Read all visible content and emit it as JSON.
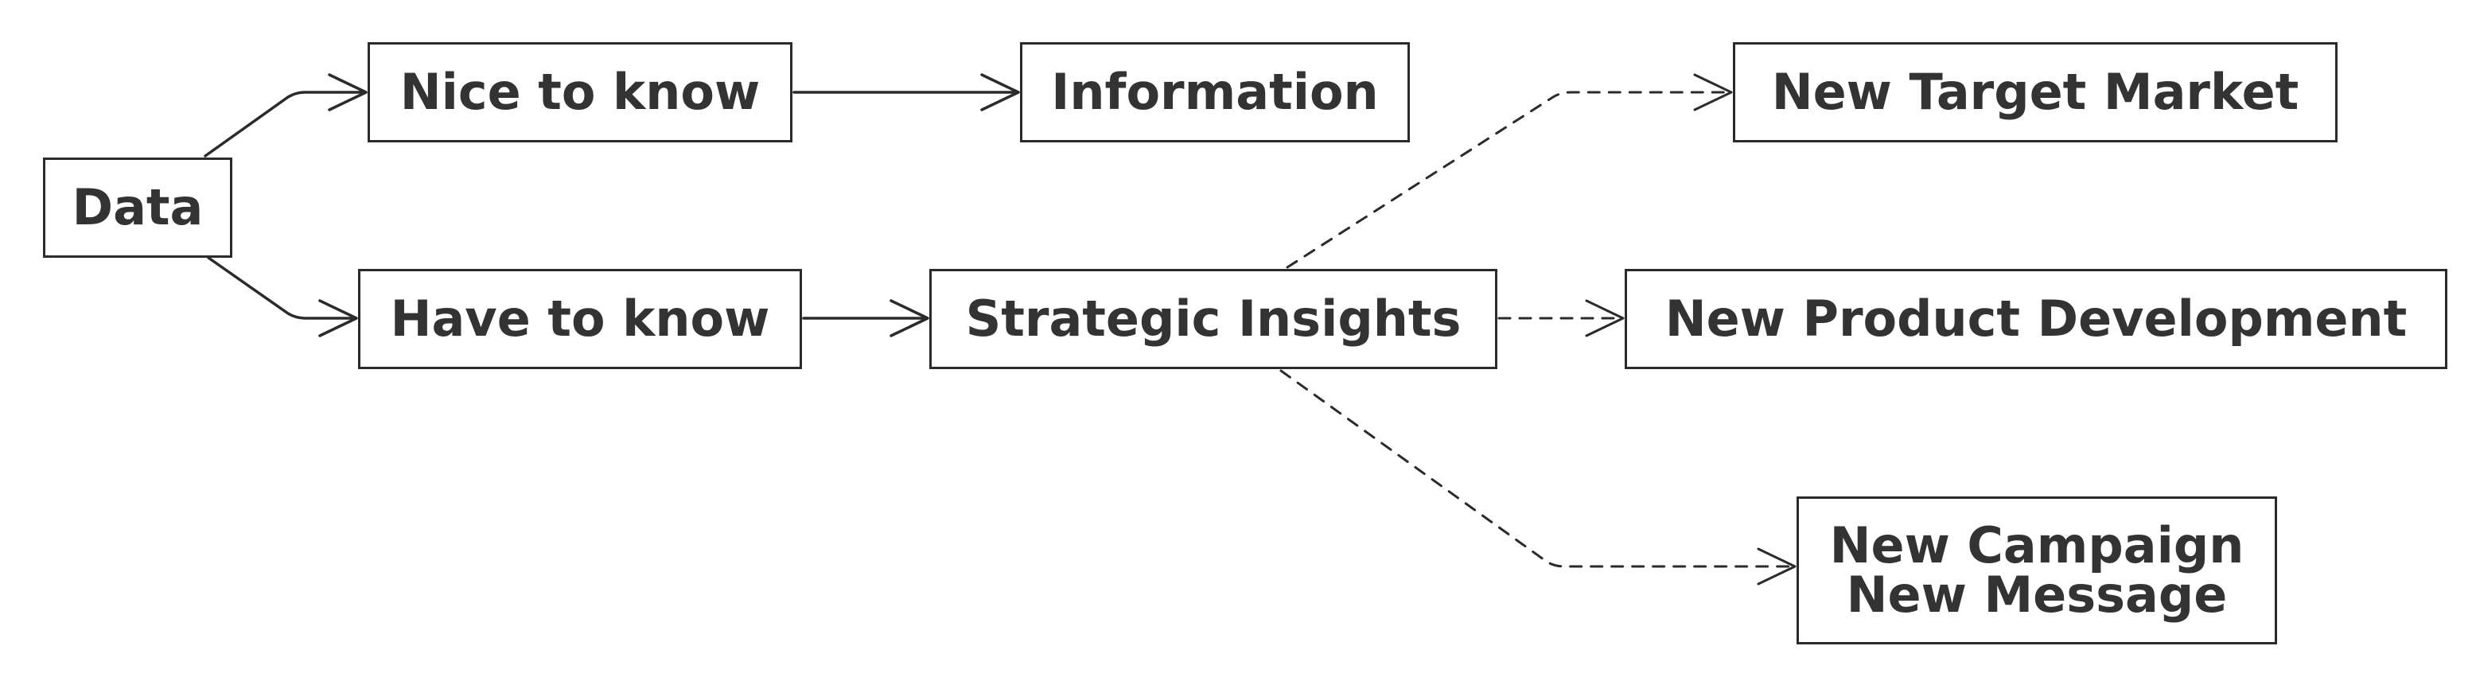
{
  "diagram": {
    "nodes": {
      "data": "Data",
      "nice_to_know": "Nice to know",
      "information": "Information",
      "have_to_know": "Have to know",
      "strategic_insights": "Strategic Insights",
      "new_target_market": "New Target Market",
      "new_product_development": "New Product Development",
      "new_campaign_line1": "New Campaign",
      "new_campaign_line2": "New Message"
    },
    "edges": [
      {
        "from": "data",
        "to": "nice_to_know",
        "style": "solid"
      },
      {
        "from": "data",
        "to": "have_to_know",
        "style": "solid"
      },
      {
        "from": "nice_to_know",
        "to": "information",
        "style": "solid"
      },
      {
        "from": "have_to_know",
        "to": "strategic_insights",
        "style": "solid"
      },
      {
        "from": "strategic_insights",
        "to": "new_target_market",
        "style": "dashed"
      },
      {
        "from": "strategic_insights",
        "to": "new_product_development",
        "style": "dashed"
      },
      {
        "from": "strategic_insights",
        "to": "new_campaign",
        "style": "dashed"
      }
    ],
    "colors": {
      "stroke": "#2b2b2b",
      "text": "#333333",
      "background": "#ffffff"
    }
  }
}
